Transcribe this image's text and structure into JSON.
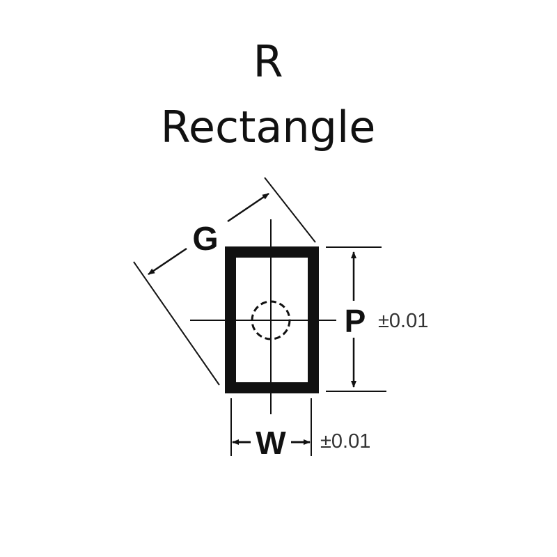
{
  "header": {
    "code": "R",
    "name": "Rectangle"
  },
  "diagram": {
    "dimensions": [
      {
        "label": "G"
      },
      {
        "label": "P",
        "tolerance": "±0.01"
      },
      {
        "label": "W",
        "tolerance": "±0.01"
      }
    ]
  }
}
